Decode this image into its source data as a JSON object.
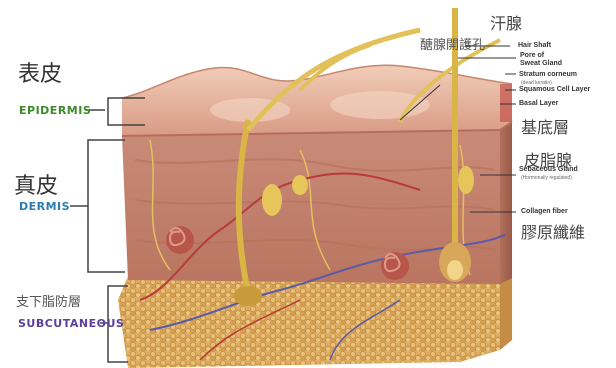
{
  "layers": {
    "epidermis": {
      "zh": "表皮",
      "en": "EPIDERMIS",
      "color": "#3c8a2a"
    },
    "dermis": {
      "zh": "真皮",
      "en": "DERMIS",
      "color": "#2a7fb0"
    },
    "subcutaneous": {
      "zh": "支下脂防層",
      "en": "SUBCUTANEOUS",
      "color": "#5b3f9a"
    }
  },
  "callouts": {
    "sweat_gland_zh": "汗腺",
    "sweat_pore_zh": "醣腺開護孔",
    "hair_shaft": "Hair Shaft",
    "pore_of_sweat_gland": "Pore of\nSweat Gland",
    "stratum_corneum": "Stratum corneum",
    "stratum_corneum_note": "(dead keratin)",
    "squamous_cell_layer": "Squamous Cell Layer",
    "basal_layer": "Basal Layer",
    "basal_layer_zh": "基底層",
    "sebaceous_gland_zh": "皮脂腺",
    "sebaceous_gland": "Sebaceous Gland",
    "sebaceous_gland_note": "(Hormonally regulated)",
    "collagen_fiber": "Collagen fiber",
    "collagen_fiber_zh": "膠原纖維"
  },
  "colors": {
    "skin_surface": "#e7b49c",
    "dermis_tissue": "#c98873",
    "fat": "#d9a75a",
    "hair": "#d9b545",
    "vessel_red": "#b83a3a",
    "vessel_blue": "#5a5aa8"
  }
}
